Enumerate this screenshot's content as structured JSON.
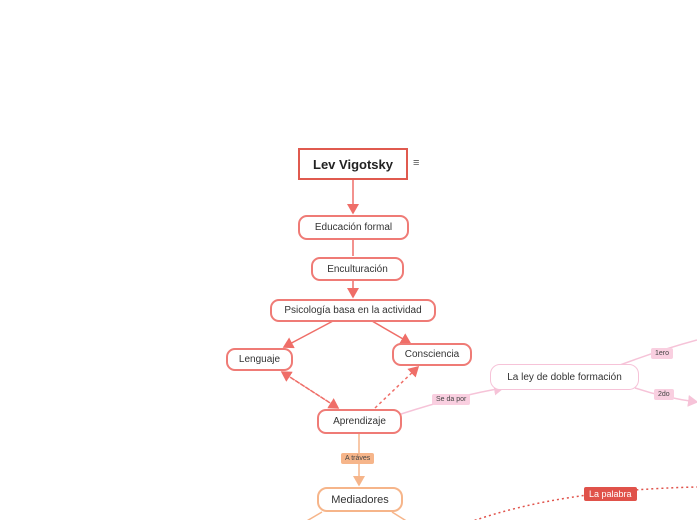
{
  "map": {
    "root": "Lev Vigotsky",
    "nodes": {
      "educacion": "Educación formal",
      "enculturacion": "Enculturación",
      "psicologia": "Psicología basa en la actividad",
      "lenguaje": "Lenguaje",
      "consciencia": "Consciencia",
      "aprendizaje": "Aprendizaje",
      "ley": "La ley de doble formación",
      "mediadores": "Mediadores"
    },
    "labels": {
      "se_da_por": "Se da por",
      "a_traves": "A tráves",
      "primero": "1ero",
      "segundo": "2do",
      "la_palabra": "La palabra"
    },
    "menu_icon": "≡"
  },
  "colors": {
    "root_border": "#e05a4f",
    "red_line": "#ef6e68",
    "pink_line": "#f6c3d8",
    "orange_line": "#f6b58a",
    "red_tag": "#e0524a"
  },
  "icons": [
    "menu-icon"
  ]
}
